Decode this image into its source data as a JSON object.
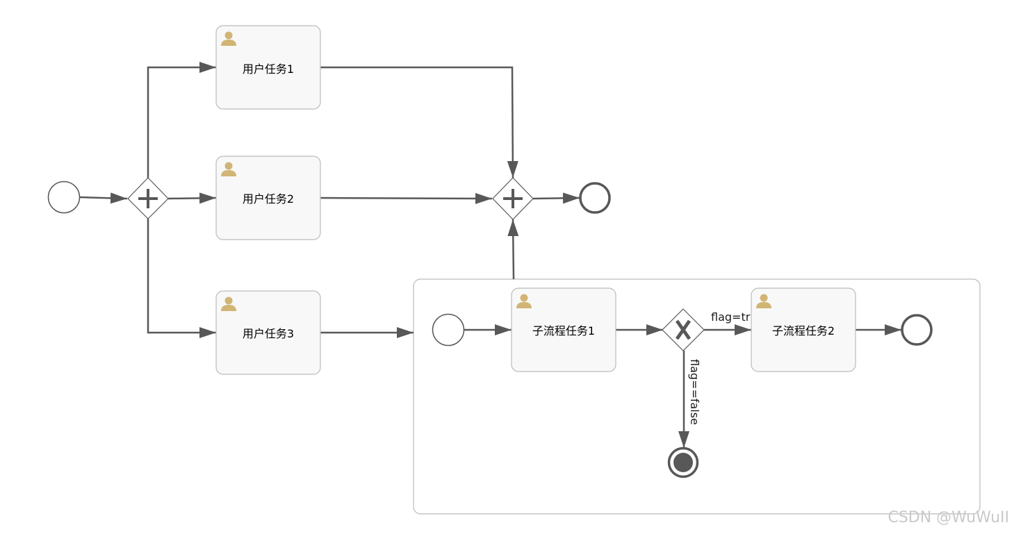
{
  "colors": {
    "stroke": "#585858",
    "task_fill": "#f8f8f8",
    "task_border": "#bbbbbb",
    "subprocess_border": "#bbbbbb",
    "user_icon": "#d1b575",
    "text": "#000000",
    "watermark": "#c9c9c9"
  },
  "main_process": {
    "start_event": {
      "type": "none-start-event"
    },
    "fork_gateway": {
      "type": "parallel-gateway",
      "icon": "plus-icon"
    },
    "tasks": [
      {
        "label": "用户任务1",
        "icon": "user-icon"
      },
      {
        "label": "用户任务2",
        "icon": "user-icon"
      },
      {
        "label": "用户任务3",
        "icon": "user-icon"
      }
    ],
    "join_gateway": {
      "type": "parallel-gateway",
      "icon": "plus-icon"
    },
    "end_event": {
      "type": "none-end-event"
    }
  },
  "subprocess": {
    "start_event": {
      "type": "none-start-event"
    },
    "tasks": [
      {
        "label": "子流程任务1",
        "icon": "user-icon"
      },
      {
        "label": "子流程任务2",
        "icon": "user-icon"
      }
    ],
    "gateway": {
      "type": "exclusive-gateway",
      "icon": "x-icon"
    },
    "flow_true_label": "flag=true",
    "flow_false_label": "flag==false",
    "end_event": {
      "type": "none-end-event"
    },
    "terminate_end_event": {
      "type": "terminate-end-event"
    }
  },
  "watermark": "CSDN @WuWuII"
}
